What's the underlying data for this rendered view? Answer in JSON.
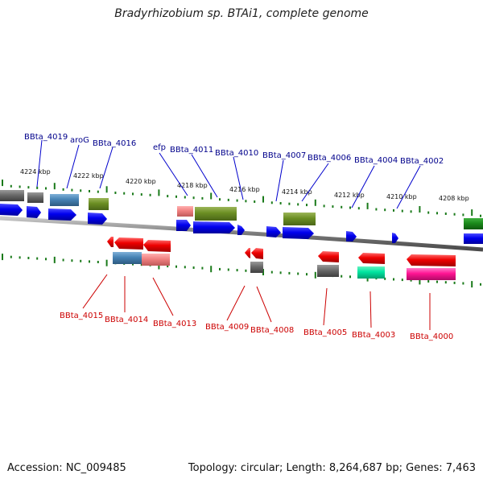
{
  "title": "Bradyrhizobium sp. BTAi1, complete genome",
  "footer": {
    "accession": "Accession: NC_009485",
    "topology": "Topology: circular; Length: 8,264,687 bp; Genes: 7,463"
  },
  "scale_ticks": [
    "4224 kbp",
    "4222 kbp",
    "4220 kbp",
    "4218 kbp",
    "4216 kbp",
    "4214 kbp",
    "4212 kbp",
    "4210 kbp",
    "4208 kbp"
  ],
  "top_labels": [
    "BBta_4019",
    "aroG",
    "BBta_4016",
    "efp",
    "BBta_4011",
    "BBta_4010",
    "BBta_4007",
    "BBta_4006",
    "BBta_4004",
    "BBta_4002"
  ],
  "bottom_labels": [
    "BBta_4015",
    "BBta_4014",
    "BBta_4013",
    "BBta_4009",
    "BBta_4008",
    "BBta_4005",
    "BBta_4003",
    "BBta_4000"
  ],
  "colors": {
    "top_label": "#00008b",
    "bottom_label": "#cc0000",
    "forward_strand": "#0000ee",
    "reverse_strand": "#ee0000",
    "backbone": "#808080",
    "ticks": "#1a7a1a"
  }
}
